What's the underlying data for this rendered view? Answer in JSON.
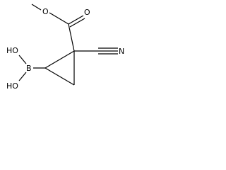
{
  "structure": {
    "atoms": {
      "methyl_o": "O",
      "carbonyl_o": "O",
      "nitrile_n": "N",
      "boron": "B",
      "hydroxyl_top": "HO",
      "hydroxyl_bottom": "HO"
    },
    "colors": {
      "ink": "#000000",
      "background": "#ffffff"
    }
  }
}
